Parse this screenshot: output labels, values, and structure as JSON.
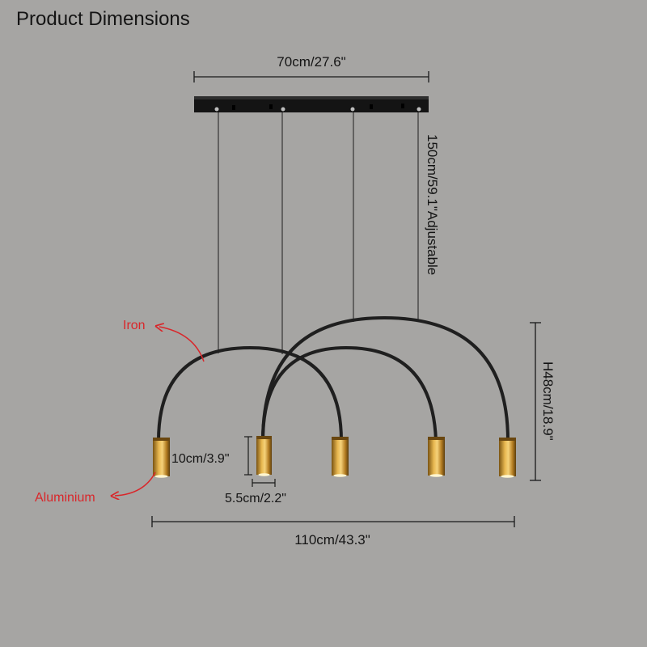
{
  "title": "Product Dimensions",
  "dimensions": {
    "canopy_width": "70cm/27.6\"",
    "cable_length": "150cm/59.1\"Adjustable",
    "total_height": "H48cm/18.9\"",
    "shade_height": "10cm/3.9\"",
    "shade_diameter": "5.5cm/2.2\"",
    "total_width": "110cm/43.3\""
  },
  "materials": {
    "arc": "Iron",
    "shade": "Aluminium"
  },
  "colors": {
    "background": "#a6a5a3",
    "arc": "#1f1f1f",
    "shade_gold": "#c9962e",
    "annotation_red": "#d9262a"
  }
}
